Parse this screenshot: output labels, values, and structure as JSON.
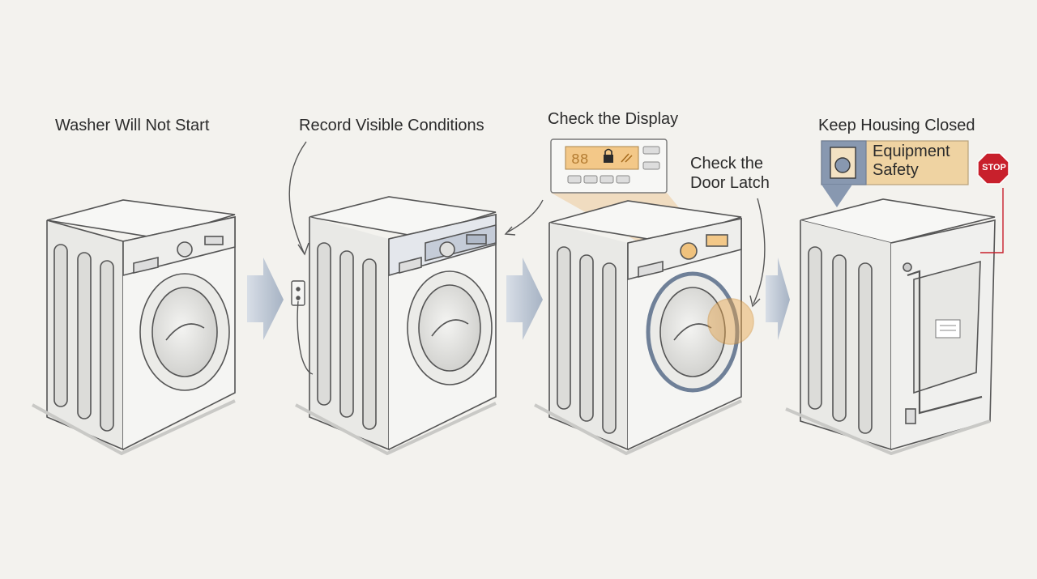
{
  "steps": [
    {
      "label": "Washer Will Not Start"
    },
    {
      "label": "Record Visible Conditions"
    },
    {
      "label": "Check the Display"
    },
    {
      "label": "Check the Door Latch"
    },
    {
      "label": "Keep Housing Closed"
    }
  ],
  "badge": {
    "line1": "Equipment",
    "line2": "Safety"
  },
  "stop_sign": {
    "text": "STOP",
    "color": "#c8202c"
  },
  "colors": {
    "accent": "#e9a54a",
    "arrow": "#a8b4c4",
    "line": "#5a5a5a",
    "badge_blue": "#8898b0"
  }
}
